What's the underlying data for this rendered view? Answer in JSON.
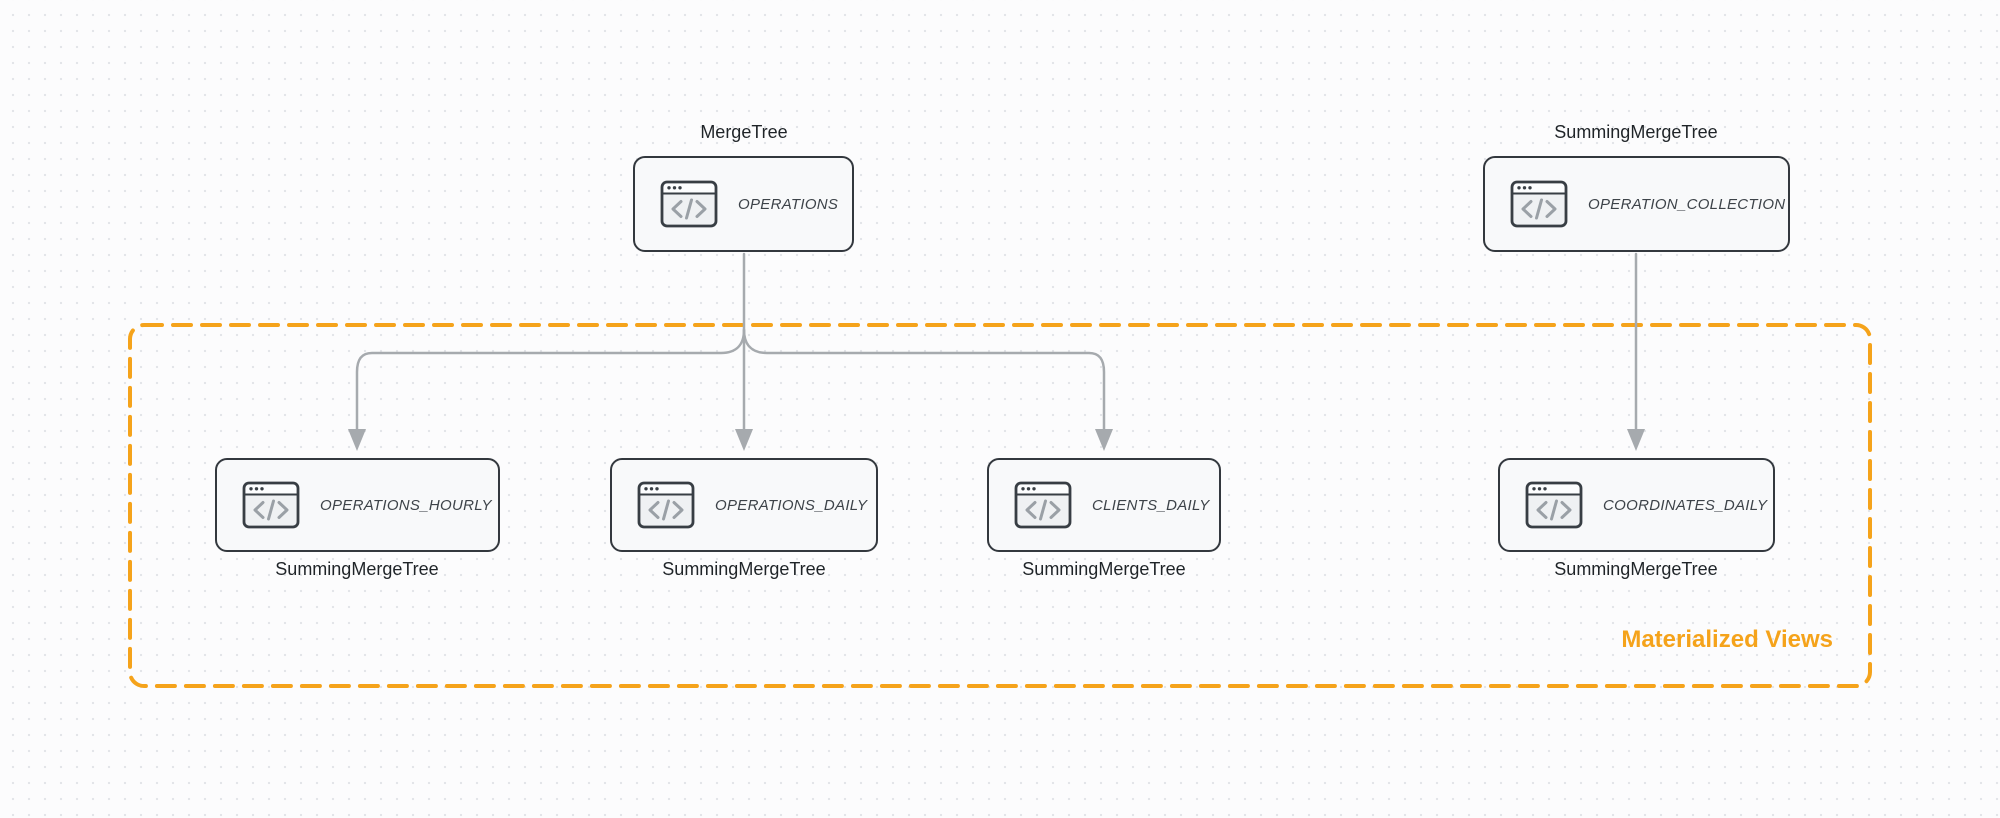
{
  "diagram": {
    "nodes": {
      "operations": {
        "table": "OPERATIONS",
        "engine": "MergeTree",
        "icon": "code-window-icon"
      },
      "operation_collection": {
        "table": "OPERATION_COLLECTION",
        "engine": "SummingMergeTree",
        "icon": "code-window-icon"
      },
      "operations_hourly": {
        "table": "OPERATIONS_HOURLY",
        "engine": "SummingMergeTree",
        "icon": "code-window-icon"
      },
      "operations_daily": {
        "table": "OPERATIONS_DAILY",
        "engine": "SummingMergeTree",
        "icon": "code-window-icon"
      },
      "clients_daily": {
        "table": "CLIENTS_DAILY",
        "engine": "SummingMergeTree",
        "icon": "code-window-icon"
      },
      "coordinates_daily": {
        "table": "COORDINATES_DAILY",
        "engine": "SummingMergeTree",
        "icon": "code-window-icon"
      }
    },
    "edges": [
      {
        "from": "OPERATIONS",
        "to": "OPERATIONS_HOURLY"
      },
      {
        "from": "OPERATIONS",
        "to": "OPERATIONS_DAILY"
      },
      {
        "from": "OPERATIONS",
        "to": "CLIENTS_DAILY"
      },
      {
        "from": "OPERATION_COLLECTION",
        "to": "COORDINATES_DAILY"
      }
    ],
    "group": {
      "label": "Materialized Views"
    },
    "colors": {
      "accent_orange": "#F5A31B",
      "node_border": "#33383E",
      "node_fill": "#F8F9FA",
      "arrow_gray": "#A6AAAE",
      "icon_glyph_gray": "#9AA0A6"
    }
  }
}
